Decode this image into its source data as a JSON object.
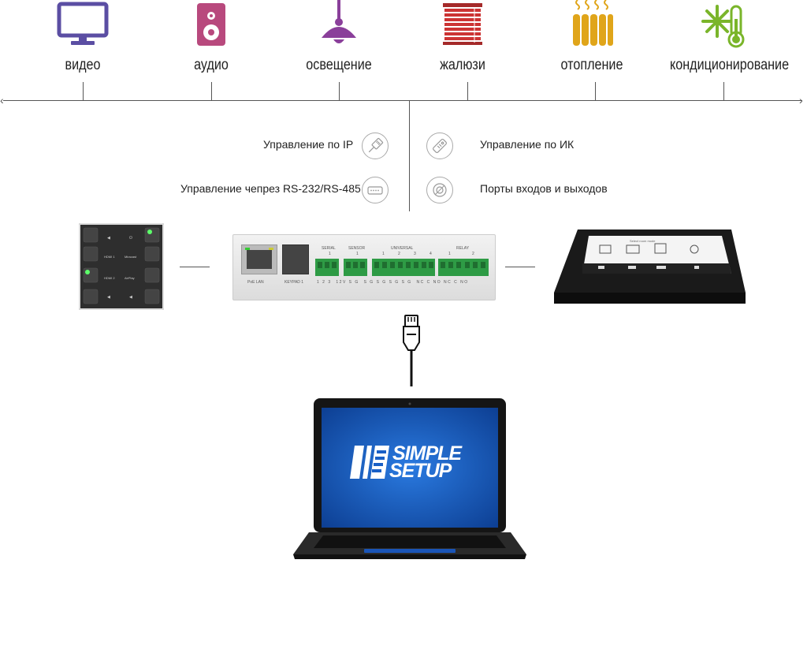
{
  "categories": [
    {
      "label": "видео",
      "icon": "monitor-icon",
      "color": "#5b4ea3"
    },
    {
      "label": "аудио",
      "icon": "speaker-icon",
      "color": "#b8497d"
    },
    {
      "label": "освещение",
      "icon": "ceiling-lamp-icon",
      "color": "#8a3f9a"
    },
    {
      "label": "жалюзи",
      "icon": "blinds-icon",
      "color": "#cc3333"
    },
    {
      "label": "отопление",
      "icon": "radiator-icon",
      "color": "#e0a51a"
    },
    {
      "label": "кондиционирование",
      "icon": "snowflake-thermometer-icon",
      "color": "#7ab52a"
    }
  ],
  "features": {
    "ip": "Управление по IP",
    "rs": "Управление чепрез RS-232/RS-485",
    "ir": "Управление по ИК",
    "io": "Порты входов и выходов"
  },
  "keypad": {
    "labels": [
      "HDMI 1",
      "Miracast",
      "HDMI 2",
      "AirPlay"
    ]
  },
  "controller": {
    "port_labels": [
      "PoE LAN",
      "KEYPAD 1"
    ],
    "sections": [
      "SERIAL",
      "SENSOR",
      "UNIVERSAL",
      "RELAY"
    ],
    "section_nums": [
      "1",
      "1",
      "1",
      "2",
      "3",
      "4",
      "1",
      "2"
    ],
    "pin_labels": "1 2 3  12V S G  S G S G S G S G  NC C NO NC C NO"
  },
  "touchpanel": {
    "title": "Select room mode"
  },
  "laptop": {
    "logo_line1": "SIMPLE",
    "logo_line2": "SETUP",
    "logo_color": "#1f6fd1"
  }
}
